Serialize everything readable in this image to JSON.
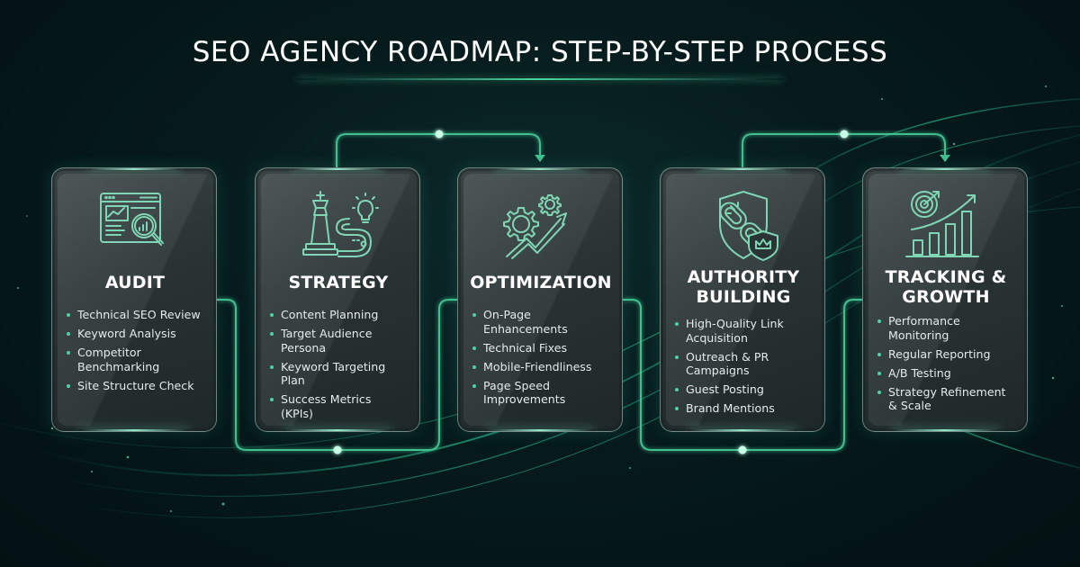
{
  "title": "SEO AGENCY ROADMAP: STEP-BY-STEP PROCESS",
  "colors": {
    "accent": "#4fd1a0",
    "connector": "#3fbf8f",
    "background": "#061a1c",
    "card": "#2a3434"
  },
  "steps": [
    {
      "title_lines": [
        "AUDIT"
      ],
      "icon": "website-analytics-magnifier-icon",
      "items": [
        "Technical SEO Review",
        "Keyword Analysis",
        "Competitor Benchmarking",
        "Site Structure Check"
      ]
    },
    {
      "title_lines": [
        "STRATEGY"
      ],
      "icon": "chess-king-roadmap-lightbulb-icon",
      "items": [
        "Content Planning",
        "Target Audience Persona",
        "Keyword Targeting Plan",
        "Success Metrics (KPIs)"
      ]
    },
    {
      "title_lines": [
        "OPTIMIZATION"
      ],
      "icon": "gears-growth-arrow-icon",
      "items": [
        "On-Page Enhancements",
        "Technical Fixes",
        "Mobile-Friendliness",
        "Page Speed Improvements"
      ]
    },
    {
      "title_lines": [
        "AUTHORITY",
        "BUILDING"
      ],
      "icon": "shield-link-crown-icon",
      "items": [
        "High-Quality Link Acquisition",
        "Outreach & PR Campaigns",
        "Guest Posting",
        "Brand Mentions"
      ]
    },
    {
      "title_lines": [
        "TRACKING &",
        "GROWTH"
      ],
      "icon": "target-bar-chart-growth-icon",
      "items": [
        "Performance Monitoring",
        "Regular Reporting",
        "A/B Testing",
        "Strategy Refinement & Scale"
      ]
    }
  ]
}
